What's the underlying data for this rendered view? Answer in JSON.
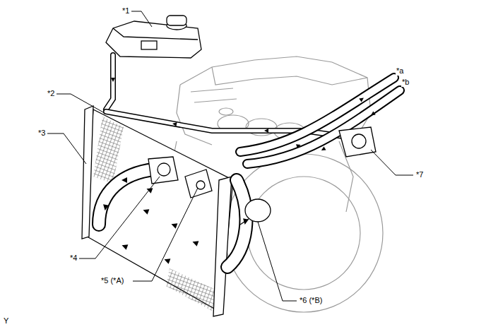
{
  "diagram": {
    "labels": [
      "*1",
      "*2",
      "*3",
      "*4",
      "*5 (*A)",
      "*6 (*B)",
      "*7",
      "*a",
      "*b",
      "Y"
    ]
  }
}
